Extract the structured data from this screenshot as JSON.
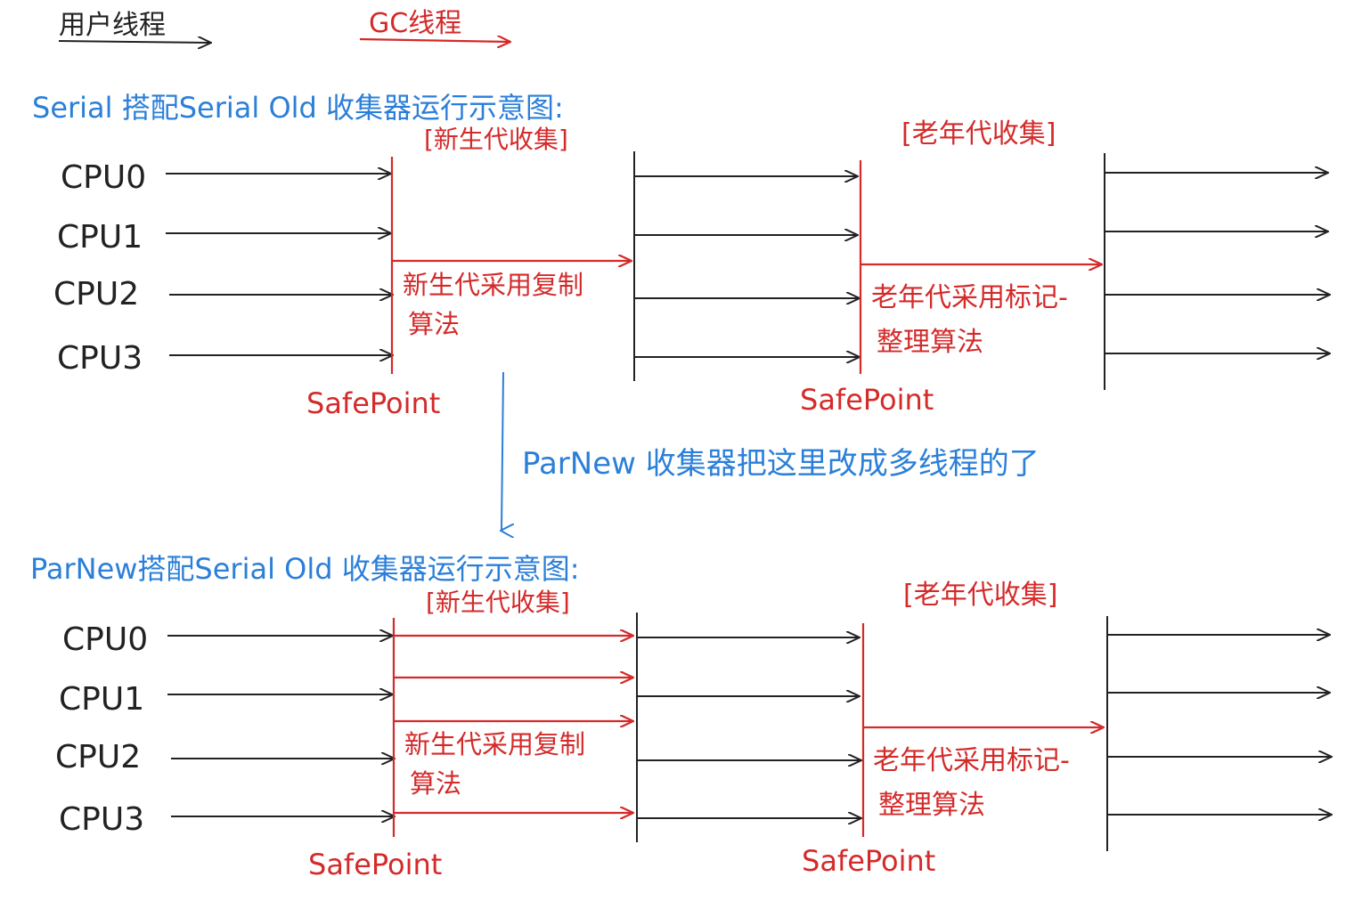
{
  "legend": {
    "user_thread": "用户线程",
    "gc_thread": "GC线程"
  },
  "colors": {
    "user_thread": "#222222",
    "gc_thread": "#d42a2a",
    "heading": "#2b7fd8"
  },
  "transition_note": "ParNew 收集器把这里改成多线程的了",
  "panels": [
    {
      "title": "Serial 搭配Serial Old 收集器运行示意图:",
      "young_label": "[新生代收集]",
      "old_label": "[老年代收集]",
      "young_algo_line1": "新生代采用复制",
      "young_algo_line2": "算法",
      "old_algo_line1": "老年代采用标记-",
      "old_algo_line2": "整理算法",
      "safepoint1": "SafePoint",
      "safepoint2": "SafePoint",
      "cpus": [
        "CPU0",
        "CPU1",
        "CPU2",
        "CPU3"
      ]
    },
    {
      "title": "ParNew搭配Serial Old 收集器运行示意图:",
      "young_label": "[新生代收集]",
      "old_label": "[老年代收集]",
      "young_algo_line1": "新生代采用复制",
      "young_algo_line2": "算法",
      "old_algo_line1": "老年代采用标记-",
      "old_algo_line2": "整理算法",
      "safepoint1": "SafePoint",
      "safepoint2": "SafePoint",
      "cpus": [
        "CPU0",
        "CPU1",
        "CPU2",
        "CPU3"
      ]
    }
  ]
}
